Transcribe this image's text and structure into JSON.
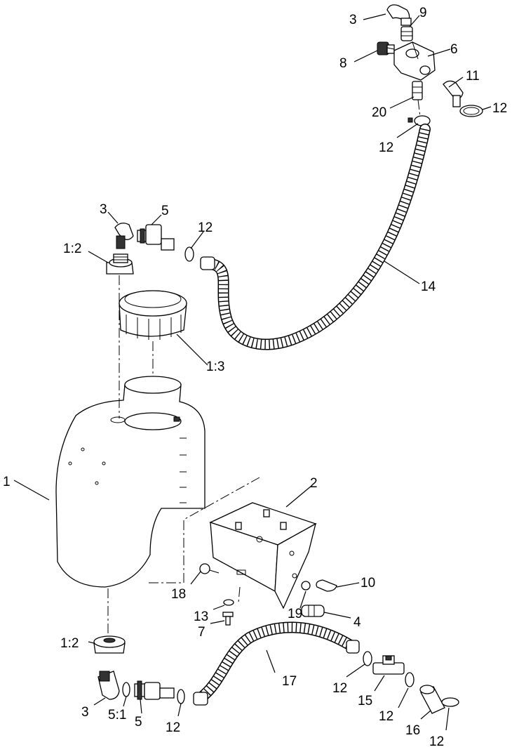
{
  "callouts": {
    "c3_top": "3",
    "c9": "9",
    "c8": "8",
    "c6": "6",
    "c11": "11",
    "c20": "20",
    "c12_tr": "12",
    "c12_top": "12",
    "c3_left": "3",
    "c5_top": "5",
    "c12_mid": "12",
    "c1_2_top": "1:2",
    "c14": "14",
    "c1_3": "1:3",
    "c1": "1",
    "c2": "2",
    "c18": "18",
    "c10": "10",
    "c13": "13",
    "c19": "19",
    "c4": "4",
    "c7": "7",
    "c1_2_bot": "1:2",
    "c17": "17",
    "c12_b1": "12",
    "c15": "15",
    "c3_bot": "3",
    "c5_1": "5:1",
    "c5_bot": "5",
    "c12_b2": "12",
    "c12_b3": "12",
    "c16": "16",
    "c12_b4": "12"
  }
}
